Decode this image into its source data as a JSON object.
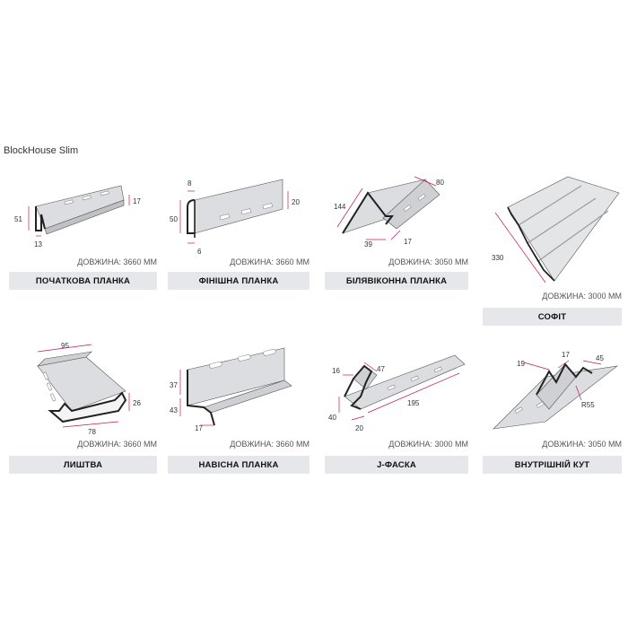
{
  "title": "BlockHouse Slim",
  "items": [
    {
      "name": "ПОЧАТКОВА ПЛАНКА",
      "length": "ДОВЖИНА: 3660 ММ",
      "dims": [
        "51",
        "13",
        "17"
      ]
    },
    {
      "name": "ФІНІШНА ПЛАНКА",
      "length": "ДОВЖИНА: 3660 ММ",
      "dims": [
        "8",
        "50",
        "6",
        "20"
      ]
    },
    {
      "name": "БІЛЯВІКОННА ПЛАНКА",
      "length": "ДОВЖИНА: 3050 ММ",
      "dims": [
        "144",
        "80",
        "39",
        "17"
      ]
    },
    {
      "name": "СОФІТ",
      "length": "ДОВЖИНА: 3000 ММ",
      "dims": [
        "330"
      ]
    },
    {
      "name": "ЛИШТВА",
      "length": "ДОВЖИНА: 3660 ММ",
      "dims": [
        "95",
        "26",
        "78"
      ]
    },
    {
      "name": "НАВІСНА ПЛАНКА",
      "length": "ДОВЖИНА: 3660 ММ",
      "dims": [
        "37",
        "43",
        "17"
      ]
    },
    {
      "name": "J-ФАСКА",
      "length": "ДОВЖИНА: 3000 ММ",
      "dims": [
        "16",
        "47",
        "40",
        "20",
        "195"
      ]
    },
    {
      "name": "ВНУТРІШНІЙ КУТ",
      "length": "ДОВЖИНА: 3050 ММ",
      "dims": [
        "19",
        "17",
        "45",
        "R55"
      ]
    }
  ],
  "colors": {
    "label_bg": "#e6e7ea",
    "profile": "#d9dadc",
    "edge": "#2a2a2a",
    "dim_line": "#c2185b"
  }
}
